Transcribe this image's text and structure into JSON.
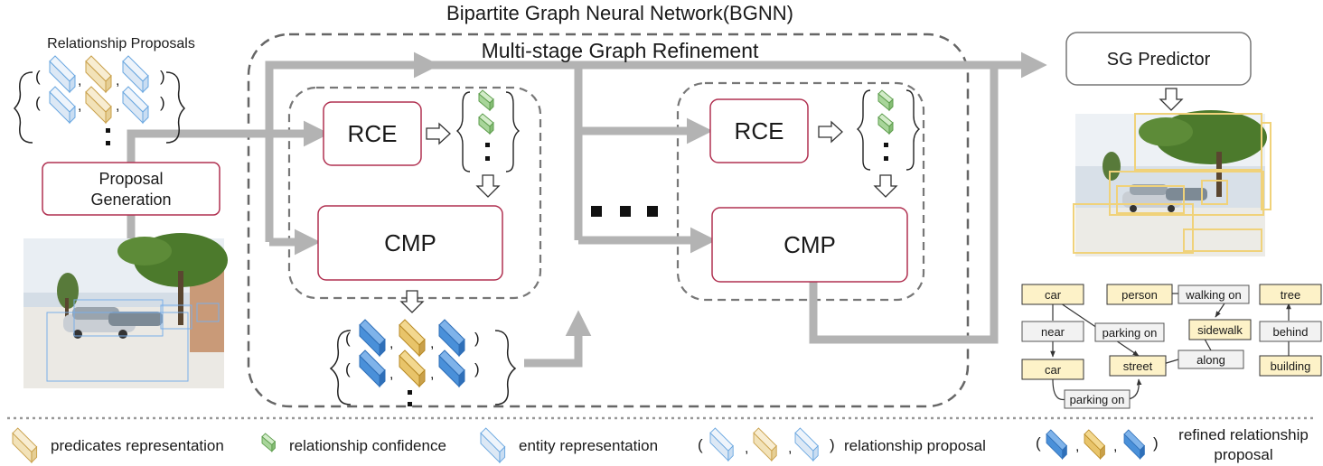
{
  "title": "Bipartite Graph Neural Network(BGNN)",
  "subtitle": "Multi-stage Graph Refinement",
  "input": {
    "proposals_label": "Relationship Proposals",
    "proposal_generation": [
      "Proposal",
      "Generation"
    ]
  },
  "modules": {
    "rce": "RCE",
    "cmp": "CMP",
    "sg_predictor": "SG Predictor"
  },
  "scene_graph": {
    "nodes": [
      "car",
      "person",
      "tree",
      "sidewalk",
      "car",
      "street",
      "building"
    ],
    "edges": [
      "walking on",
      "near",
      "parking on",
      "behind",
      "along",
      "parking on"
    ]
  },
  "legend": {
    "predicates": "predicates representation",
    "confidence": "relationship confidence",
    "entity": "entity representation",
    "proposal": "relationship proposal",
    "refined": [
      "refined relationship",
      "proposal"
    ]
  },
  "colors": {
    "entity_pale": "#dce8f5",
    "entity_blue": "#4a90d9",
    "predicate_yellow": "#e8c46a",
    "predicate_pale": "#f2e2b8",
    "confidence_green": "#a8d59a",
    "module_border": "#b03050",
    "node_fill": "#fdf2c8",
    "edge_fill": "#f2f2f2",
    "arrow_gray": "#b3b3b3",
    "dash_gray": "#666666"
  }
}
